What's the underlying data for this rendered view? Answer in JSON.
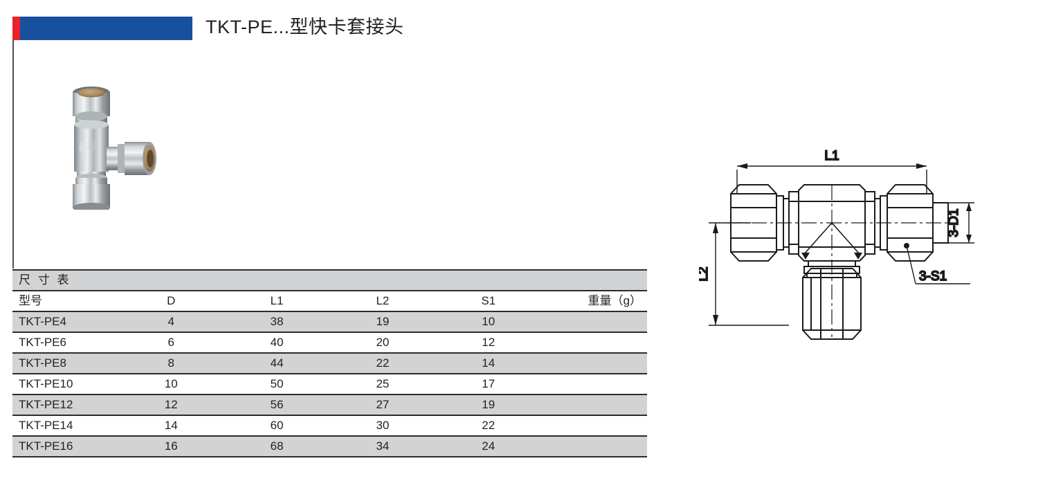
{
  "header": {
    "title": "TKT-PE...型快卡套接头",
    "accent_color": "#e8232a",
    "bar_color": "#18509e"
  },
  "product": {
    "photo_alt_name": "tee-compression-fitting-photo"
  },
  "table": {
    "section_title": "尺 寸 表",
    "columns": [
      "型号",
      "D",
      "L1",
      "L2",
      "S1",
      "重量（g）"
    ],
    "rows": [
      {
        "model": "TKT-PE4",
        "D": "4",
        "L1": "38",
        "L2": "19",
        "S1": "10",
        "weight": ""
      },
      {
        "model": "TKT-PE6",
        "D": "6",
        "L1": "40",
        "L2": "20",
        "S1": "12",
        "weight": ""
      },
      {
        "model": "TKT-PE8",
        "D": "8",
        "L1": "44",
        "L2": "22",
        "S1": "14",
        "weight": ""
      },
      {
        "model": "TKT-PE10",
        "D": "10",
        "L1": "50",
        "L2": "25",
        "S1": "17",
        "weight": ""
      },
      {
        "model": "TKT-PE12",
        "D": "12",
        "L1": "56",
        "L2": "27",
        "S1": "19",
        "weight": ""
      },
      {
        "model": "TKT-PE14",
        "D": "14",
        "L1": "60",
        "L2": "30",
        "S1": "22",
        "weight": ""
      },
      {
        "model": "TKT-PE16",
        "D": "16",
        "L1": "68",
        "L2": "34",
        "S1": "24",
        "weight": ""
      }
    ],
    "band_color": "#d2d3d5",
    "rule_color": "#2b2b2b"
  },
  "drawing": {
    "labels": {
      "length_overall": "L1",
      "height_branch": "L2",
      "bore_callout": "3-D1",
      "hex_callout": "3-S1"
    }
  }
}
